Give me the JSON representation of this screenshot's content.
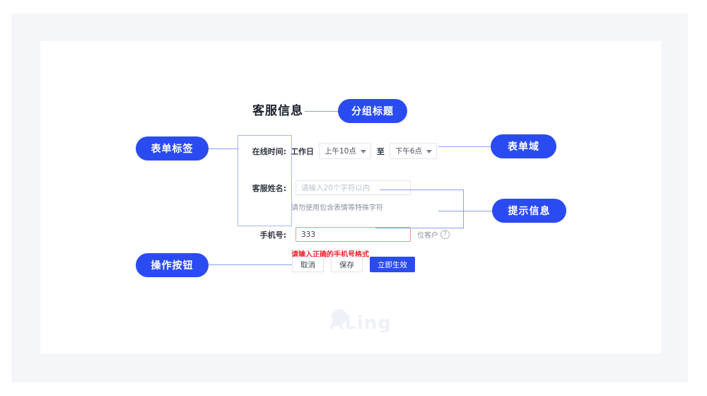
{
  "page": {
    "watermark": "ALing"
  },
  "form": {
    "group_title": "客服信息",
    "rows": [
      {
        "label": "在线时间:",
        "static": "工作日",
        "start_time": "上午10点",
        "separator": "至",
        "end_time": "下午6点"
      },
      {
        "label": "客服姓名:",
        "placeholder": "请输入20个字符以内",
        "hint": "请勿使用包含表情等特殊字符"
      },
      {
        "label": "手机号:",
        "value": "333",
        "suffix": "位客户",
        "suffix_icon": "question-circle-icon",
        "error": "请输入正确的手机号格式"
      }
    ],
    "buttons": {
      "cancel": "取消",
      "save": "保存",
      "apply": "立即生效"
    }
  },
  "annotations": {
    "group_title_badge": "分组标题",
    "form_label_badge": "表单标签",
    "form_field_badge": "表单域",
    "hint_badge": "提示信息",
    "action_badge": "操作按钮"
  },
  "colors": {
    "accent": "#2b4bf2",
    "annotation_line": "#8aa0f5",
    "error": "#f5222d",
    "panel_bg": "#f5f6fa",
    "card_bg": "#ffffff"
  }
}
